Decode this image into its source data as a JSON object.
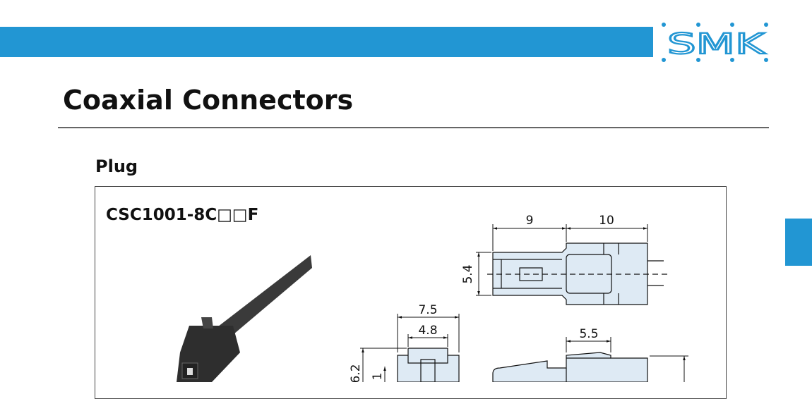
{
  "header": {
    "brand": "SMK",
    "accent_color": "#2296d3"
  },
  "page": {
    "title": "Coaxial Connectors",
    "section": "Plug"
  },
  "product": {
    "model": "CSC1001-8C□□F",
    "dimensions": {
      "top_left": "9",
      "top_right": "10",
      "top_height": "5.4",
      "front_width": "7.5",
      "front_inner": "4.8",
      "front_height": "6.2",
      "front_step": "1",
      "side_latch": "5.5"
    }
  }
}
